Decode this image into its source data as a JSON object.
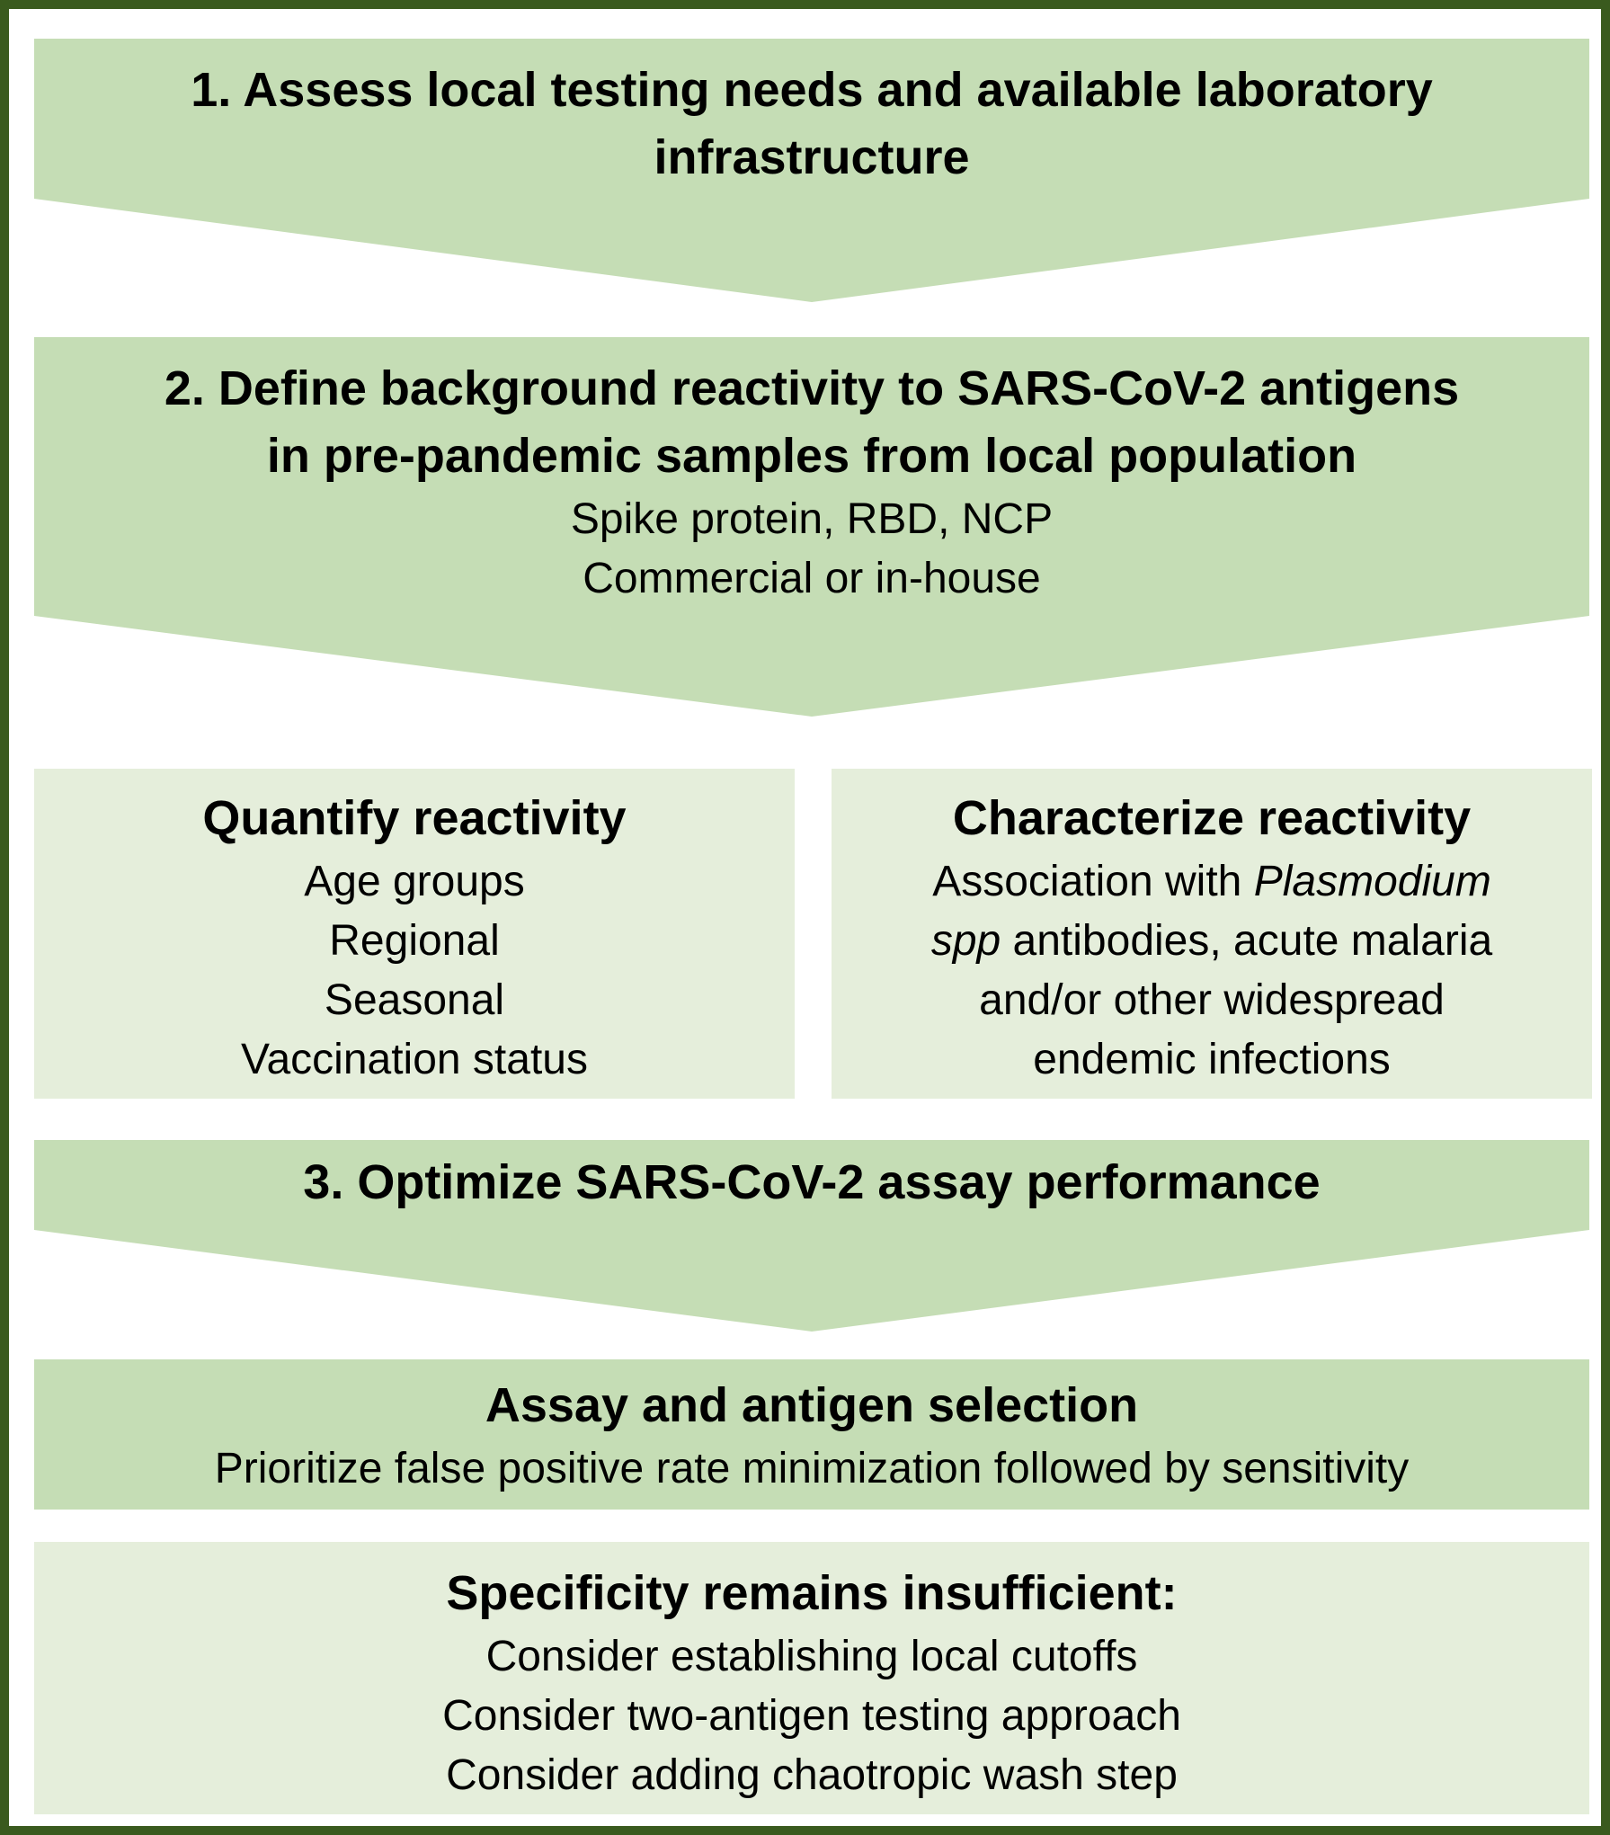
{
  "colors": {
    "frame": "#3a5a1e",
    "arrow_fill": "#c5ddb5",
    "panel_fill": "#e5eedb"
  },
  "step1": {
    "heading_lines": [
      "1. Assess local testing needs and available laboratory",
      "infrastructure"
    ]
  },
  "step2": {
    "heading_lines": [
      "2. Define background reactivity to SARS-CoV-2 antigens",
      "in pre-pandemic samples from local population"
    ],
    "detail_lines": [
      "Spike protein, RBD, NCP",
      "Commercial or in-house"
    ]
  },
  "quantify": {
    "heading": "Quantify reactivity",
    "items": [
      "Age groups",
      "Regional",
      "Seasonal",
      "Vaccination status"
    ]
  },
  "characterize": {
    "heading": "Characterize reactivity",
    "line1_prefix": "Association with ",
    "line1_italic": "Plasmodium",
    "line2_italic": "spp",
    "line2_suffix": " antibodies, acute malaria",
    "line3": "and/or other widespread",
    "line4": "endemic infections"
  },
  "step3": {
    "heading": "3. Optimize SARS-CoV-2 assay performance"
  },
  "selection": {
    "heading": "Assay and antigen selection",
    "detail": "Prioritize false positive rate minimization followed by sensitivity"
  },
  "specificity": {
    "heading": "Specificity remains insufficient:",
    "items": [
      "Consider establishing local cutoffs",
      "Consider two-antigen testing approach",
      "Consider adding chaotropic wash step"
    ]
  }
}
